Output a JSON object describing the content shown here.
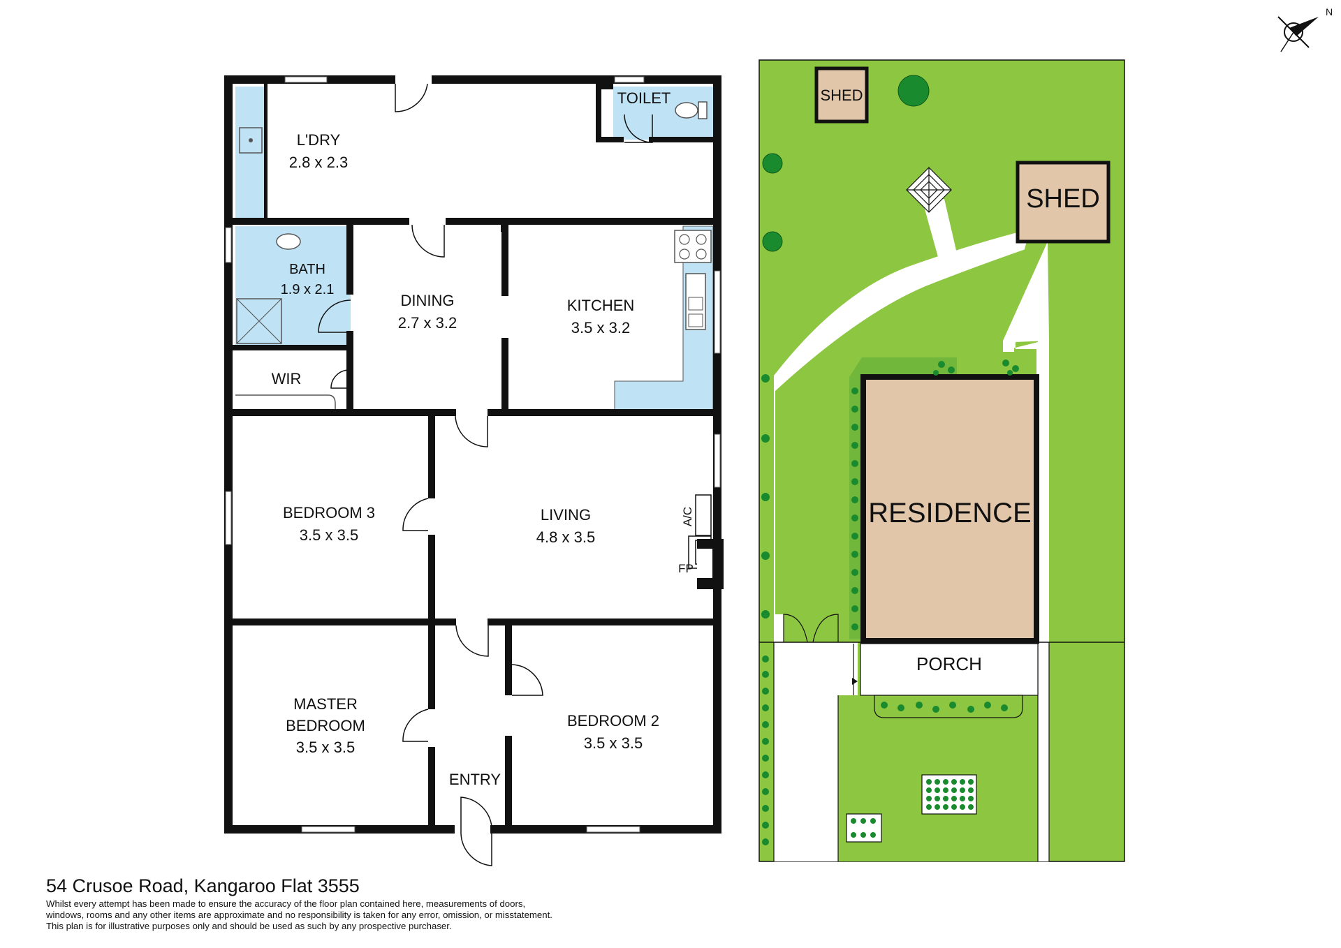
{
  "floor_plan": {
    "rooms": {
      "laundry": {
        "name": "L'DRY",
        "size": "2.8 x 2.3"
      },
      "toilet": {
        "name": "TOILET"
      },
      "bath": {
        "name": "BATH",
        "size": "1.9 x 2.1"
      },
      "dining": {
        "name": "DINING",
        "size": "2.7 x 3.2"
      },
      "kitchen": {
        "name": "KITCHEN",
        "size": "3.5 x 3.2"
      },
      "wir": {
        "name": "WIR"
      },
      "bedroom3": {
        "name": "BEDROOM 3",
        "size": "3.5 x 3.5"
      },
      "living": {
        "name": "LIVING",
        "size": "4.8 x 3.5"
      },
      "master": {
        "name_line1": "MASTER",
        "name_line2": "BEDROOM",
        "size": "3.5 x 3.5"
      },
      "entry": {
        "name": "ENTRY"
      },
      "bedroom2": {
        "name": "BEDROOM 2",
        "size": "3.5 x 3.5"
      }
    },
    "fixtures": {
      "ac": "A/C",
      "fireplace": "FP"
    }
  },
  "site_plan": {
    "shed_small": "SHED",
    "shed_large": "SHED",
    "residence": "RESIDENCE",
    "porch": "PORCH",
    "compass": "N"
  },
  "colors": {
    "lawn": "#8dc641",
    "building": "#e2c6aa",
    "wet_area": "#bfe3f5",
    "wall": "#111111",
    "tree": "#1a8a2e"
  },
  "footer": {
    "address": "54 Crusoe Road, Kangaroo Flat 3555",
    "disclaimer": [
      "Whilst every attempt has been made to ensure the accuracy of the floor plan contained here, measurements of doors,",
      "windows, rooms and any other items are approximate and no responsibility is taken for any error, omission, or misstatement.",
      "This plan is for illustrative purposes only and should be used as such by any prospective purchaser."
    ]
  }
}
